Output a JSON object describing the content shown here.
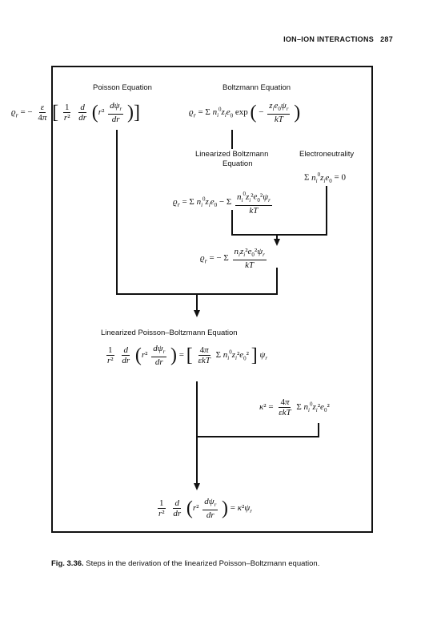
{
  "header": {
    "title": "ION–ION INTERACTIONS",
    "page": "287"
  },
  "labels": {
    "poisson": "Poisson Equation",
    "boltzmann": "Boltzmann Equation",
    "lin_boltzmann_1": "Linearized Boltzmann",
    "lin_boltzmann_2": "Equation",
    "electroneutrality": "Electroneutrality",
    "lpb": "Linearized Poisson–Boltzmann Equation"
  },
  "caption": {
    "prefix": "Fig. 3.36.",
    "text": "Steps in the derivation of the linearized Poisson–Boltzmann equation."
  }
}
